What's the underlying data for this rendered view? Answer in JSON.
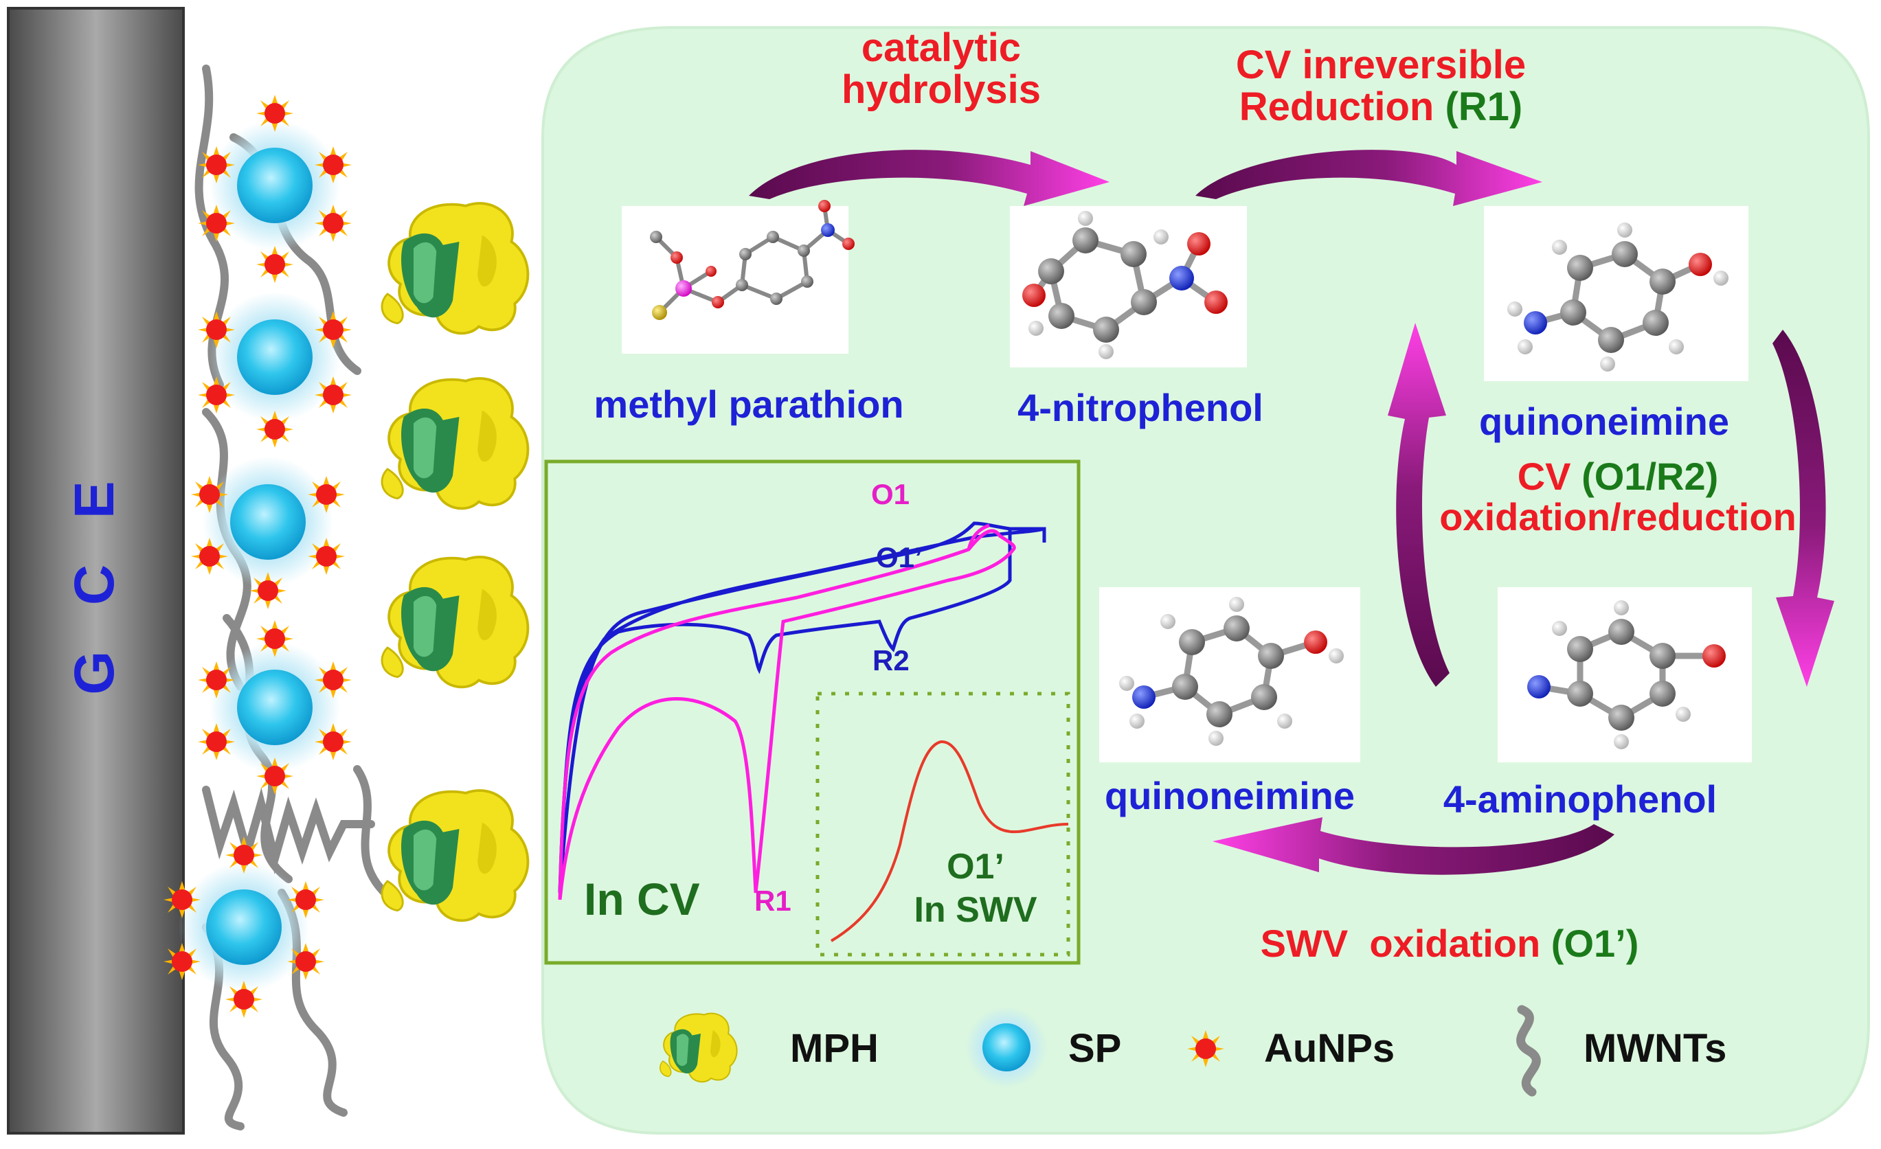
{
  "electrode": {
    "label": "G C E"
  },
  "steps": {
    "hydrolysis": [
      "catalytic",
      "hydrolysis"
    ],
    "cv_reduction": {
      "line1": "CV inreversible",
      "line2_text": "Reduction",
      "line2_code": "(R1)"
    },
    "cv_redox": {
      "cv": "CV",
      "code": "(O1/R2)",
      "line2": "oxidation/reduction"
    },
    "swv": {
      "method": "SWV",
      "text": "oxidation",
      "code": "(O1’)"
    }
  },
  "molecules": {
    "methyl_parathion": "methyl parathion",
    "nitrophenol": "4-nitrophenol",
    "quinoneimine_top": "quinoneimine",
    "aminophenol": "4-aminophenol",
    "quinoneimine_bottom": "quinoneimine"
  },
  "voltammetry": {
    "O1": "O1",
    "O1_prime": "O1’",
    "R2": "R2",
    "R1": "R1",
    "in_cv": "In CV",
    "swv_peak": "O1’",
    "in_swv": "In SWV"
  },
  "legend": [
    {
      "name": "mph",
      "label": "MPH"
    },
    {
      "name": "sp",
      "label": "SP"
    },
    {
      "name": "aunps",
      "label": "AuNPs"
    },
    {
      "name": "mwnts",
      "label": "MWNTs"
    }
  ],
  "colors": {
    "panel": "#dcf7df",
    "electrode": "#6b6b6b",
    "nanotube": "#8a8a8a",
    "sp": "#2ec5ec",
    "aunp": "#ef1c1c",
    "aunp_ray": "#ffb400",
    "enzyme_yellow": "#f2e21d",
    "enzyme_green": "#2a8a4c",
    "arrow_dark": "#6a0f5a",
    "arrow_light": "#ff40e6",
    "cv_blue": "#1a1ad0",
    "cv_magenta": "#ff1ee0",
    "swv_red": "#e83a2a",
    "box_green": "#79ab2b"
  }
}
